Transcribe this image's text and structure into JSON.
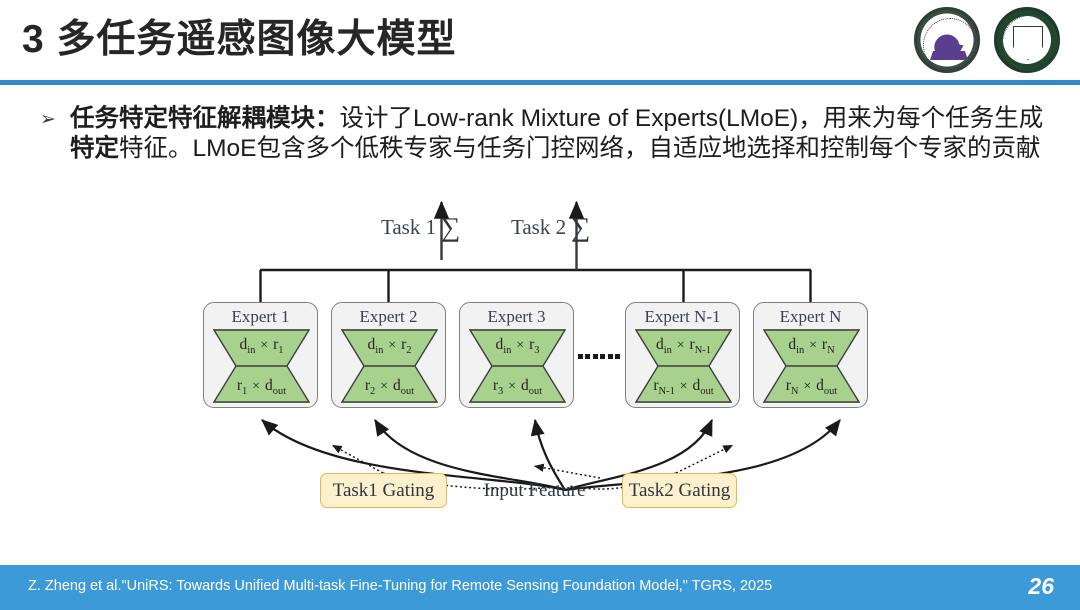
{
  "header": {
    "title": "3 多任务遥感图像大模型",
    "rule_color": "#2e8ccc",
    "logos": [
      {
        "name": "wuhan-university-seal"
      },
      {
        "name": "sigma-lab-seal"
      }
    ]
  },
  "body": {
    "bullet_marker": "➢",
    "bullet_html": "<b>任务特定特征解耦模块：</b>设计了Low-rank Mixture of Experts(LMoE)，用来为每个任务生成<b>特定</b>特征。LMoE包含多个低秩专家与任务门控网络，自适应地选择和控制每个专家的贡献"
  },
  "diagram": {
    "task_outputs": [
      {
        "id": "task1",
        "label": "Task 1",
        "sigma": "∑"
      },
      {
        "id": "task2",
        "label": "Task 2",
        "sigma": "∑"
      }
    ],
    "experts": [
      {
        "id": "expert-1",
        "title": "Expert 1",
        "top_label": "d<sub>in</sub> <span class=\"times\">×</span> r<sub>1</sub>",
        "bottom_label": "r<sub>1</sub> <span class=\"times\">×</span> d<sub>out</sub>"
      },
      {
        "id": "expert-2",
        "title": "Expert 2",
        "top_label": "d<sub>in</sub> <span class=\"times\">×</span> r<sub>2</sub>",
        "bottom_label": "r<sub>2</sub> <span class=\"times\">×</span> d<sub>out</sub>"
      },
      {
        "id": "expert-3",
        "title": "Expert 3",
        "top_label": "d<sub>in</sub> <span class=\"times\">×</span> r<sub>3</sub>",
        "bottom_label": "r<sub>3</sub> <span class=\"times\">×</span> d<sub>out</sub>"
      },
      {
        "id": "expert-n-1",
        "title": "Expert N-1",
        "top_label": "d<sub>in</sub> <span class=\"times\">×</span> r<sub>N-1</sub>",
        "bottom_label": "r<sub>N-1</sub> <span class=\"times\">×</span> d<sub>out</sub>"
      },
      {
        "id": "expert-n",
        "title": "Expert N",
        "top_label": "d<sub>in</sub> <span class=\"times\">×</span> r<sub>N</sub>",
        "bottom_label": "r<sub>N</sub> <span class=\"times\">×</span> d<sub>out</sub>"
      }
    ],
    "ellipsis_dots": 6,
    "gating": [
      {
        "id": "task1-gating",
        "label": "Task1 Gating"
      },
      {
        "id": "task2-gating",
        "label": "Task2 Gating"
      }
    ],
    "input_feature_label": "Input Feature",
    "colors": {
      "expert_fill": "#f2f2f2",
      "expert_border": "#7f7f7f",
      "lowrank_fill": "#a9d18e",
      "gating_fill": "#fdf0cd",
      "gating_border": "#e6b84c",
      "line": "#1a1a1a"
    }
  },
  "footer": {
    "citation": "Z. Zheng et al.\"UniRS: Towards Unified Multi-task Fine-Tuning for Remote Sensing Foundation Model,\" TGRS, 2025",
    "page_number": "26",
    "bar_color": "#3d9ad9"
  }
}
